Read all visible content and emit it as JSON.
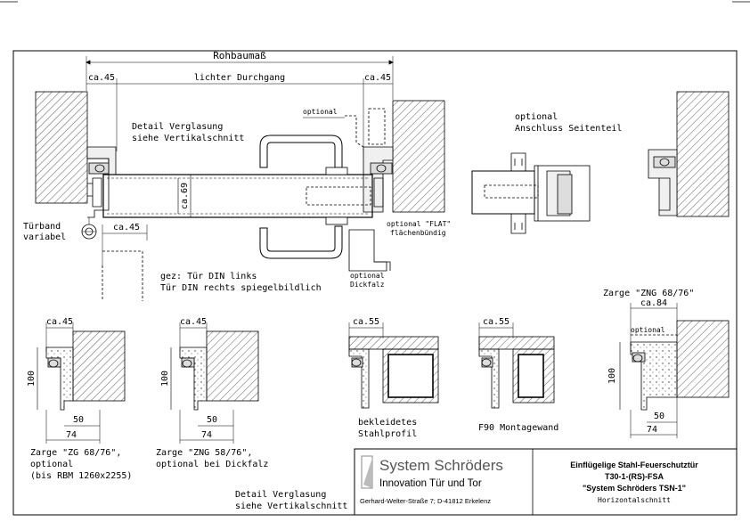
{
  "drawing": {
    "dims": {
      "rohbau": "Rohbaumaß",
      "ca45_left": "ca.45",
      "lichter": "lichter Durchgang",
      "ca45_right": "ca.45",
      "ca69": "ca.69",
      "ca45_band": "ca.45"
    },
    "notes": {
      "detail_top": [
        "Detail Verglasung",
        "siehe Vertikalschnitt"
      ],
      "optional_top": "optional",
      "turband": [
        "Türband",
        "variabel"
      ],
      "optional_flat": [
        "optional \"FLAT\"",
        "flächenbündig"
      ],
      "optional_dickfalz": [
        "optional",
        "Dickfalz"
      ],
      "gez": [
        "gez: Tür DIN links",
        "Tür DIN rechts spiegelbildlich"
      ],
      "seitenteil": [
        "optional",
        "Anschluss Seitenteil"
      ],
      "detail_bottom": [
        "Detail Verglasung",
        "siehe Vertikalschnitt"
      ]
    },
    "details": [
      {
        "dim_top": "ca.45",
        "dim_side": "100",
        "dim_50": "50",
        "dim_74": "74",
        "caption": [
          "Zarge \"ZG 68/76\",",
          "optional",
          "(bis RBM 1260x2255)"
        ]
      },
      {
        "dim_top": "ca.45",
        "dim_side": "100",
        "dim_50": "50",
        "dim_74": "74",
        "caption": [
          "Zarge \"ZNG 58/76\",",
          "optional bei Dickfalz"
        ]
      },
      {
        "dim_top": "ca.55",
        "caption": [
          "bekleidetes",
          "Stahlprofil"
        ]
      },
      {
        "dim_top": "ca.55",
        "caption": [
          "F90 Montagewand"
        ]
      },
      {
        "title": "Zarge \"ZNG 68/76\"",
        "dim_top": "ca.84",
        "optional": "optional",
        "dim_side": "100",
        "dim_50": "50",
        "dim_74": "74"
      }
    ]
  },
  "title_block": {
    "company": "System Schröders",
    "tagline": "Innovation Tür und Tor",
    "address": "Gerhard-Welter-Straße 7; D-41812 Erkelenz",
    "title1": "Einflügelige Stahl-Feuerschutztür",
    "title2": "T30-1-(RS)-FSA",
    "title3": "\"System Schröders TSN-1\"",
    "title4": "Horizontalschnitt"
  }
}
